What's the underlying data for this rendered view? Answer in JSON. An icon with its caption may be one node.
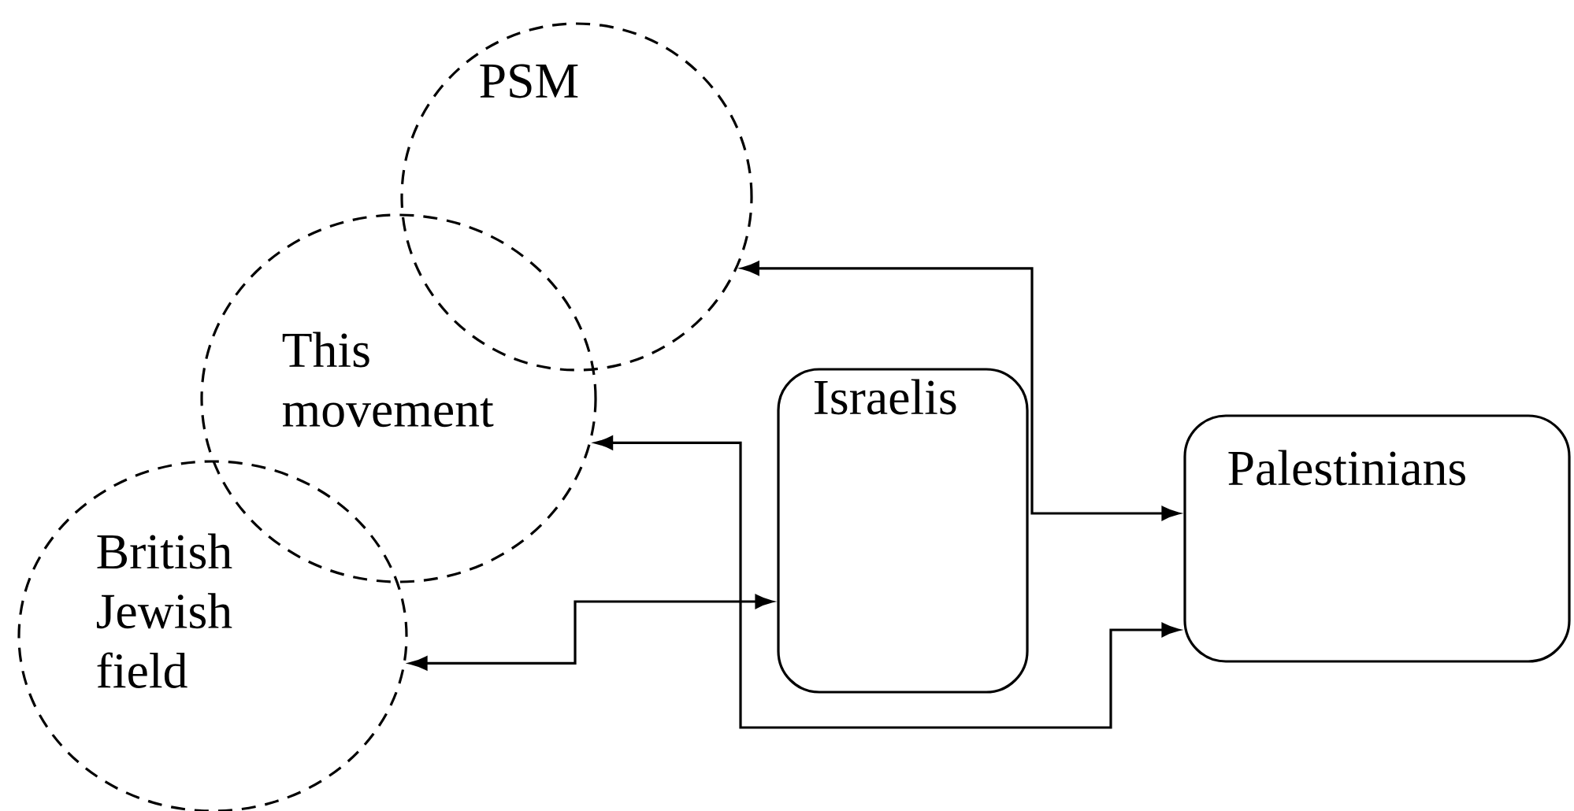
{
  "diagram": {
    "nodes": [
      {
        "text": [
          "PSM"
        ]
      },
      {
        "text": [
          "This movement"
        ]
      },
      {
        "text": [
          "British Jewish field"
        ]
      },
      {
        "text": [
          "Israelis"
        ]
      },
      {
        "text": [
          "Palestinians"
        ]
      }
    ],
    "edges": [
      {
        "from": 0,
        "to": 4,
        "arrow": "both"
      },
      {
        "from": 1,
        "to": 4,
        "arrow": "both"
      },
      {
        "from": 2,
        "to": 3,
        "arrow": "both"
      }
    ]
  }
}
